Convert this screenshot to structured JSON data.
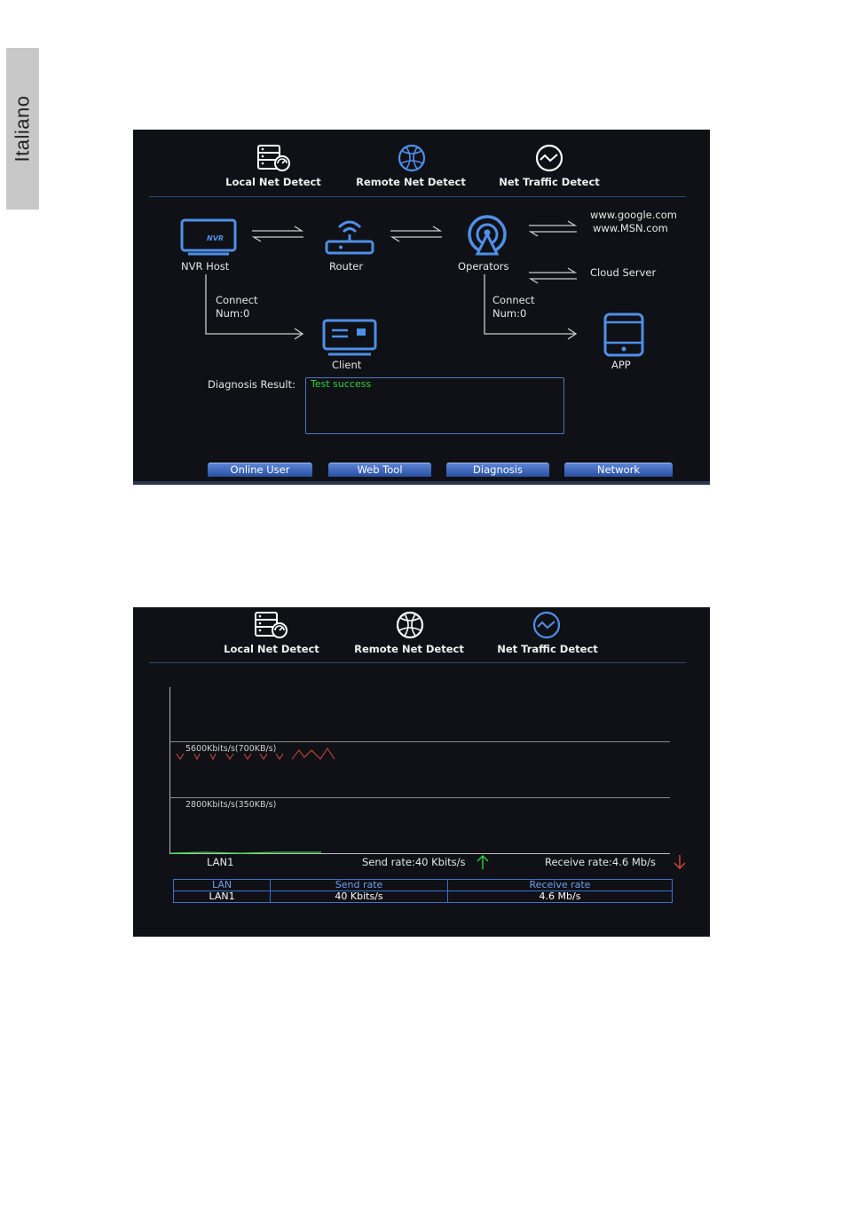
{
  "side_tab": {
    "language": "Italiano"
  },
  "screen1": {
    "tabs": [
      {
        "label": "Local Net Detect",
        "icon": "local-net-icon"
      },
      {
        "label": "Remote Net Detect",
        "icon": "globe-icon"
      },
      {
        "label": "Net Traffic Detect",
        "icon": "traffic-icon"
      }
    ],
    "nodes": {
      "nvr_host": "NVR Host",
      "nvr_badge": "NVR",
      "router": "Router",
      "operators": "Operators",
      "client": "Client",
      "app": "APP"
    },
    "external": {
      "site1": "www.google.com",
      "site2": "www.MSN.com",
      "cloud": "Cloud Server"
    },
    "connections": {
      "left": {
        "line1": "Connect",
        "line2": "Num:0"
      },
      "right": {
        "line1": "Connect",
        "line2": "Num:0"
      }
    },
    "diagnosis": {
      "label": "Diagnosis Result:",
      "value": "Test success"
    },
    "buttons": [
      "Online User",
      "Web Tool",
      "Diagnosis",
      "Network"
    ],
    "colors": {
      "accent": "#4f8fe8",
      "success": "#31d13a",
      "background": "#0f1116"
    }
  },
  "screen2": {
    "tabs": [
      {
        "label": "Local Net Detect",
        "icon": "local-net-icon"
      },
      {
        "label": "Remote Net Detect",
        "icon": "globe-icon"
      },
      {
        "label": "Net Traffic Detect",
        "icon": "traffic-icon"
      }
    ],
    "graph": {
      "upper_label": "5600Kbits/s(700KB/s)",
      "lower_label": "2800Kbits/s(350KB/s)",
      "interface": "LAN1",
      "send_rate": "Send rate:40 Kbits/s",
      "receive_rate": "Receive rate:4.6 Mb/s"
    },
    "table": {
      "headers": [
        "LAN",
        "Send rate",
        "Receive rate"
      ],
      "rows": [
        [
          "LAN1",
          "40 Kbits/s",
          "4.6 Mb/s"
        ]
      ]
    },
    "colors": {
      "send": "#31d13a",
      "receive": "#d94a3a"
    }
  }
}
